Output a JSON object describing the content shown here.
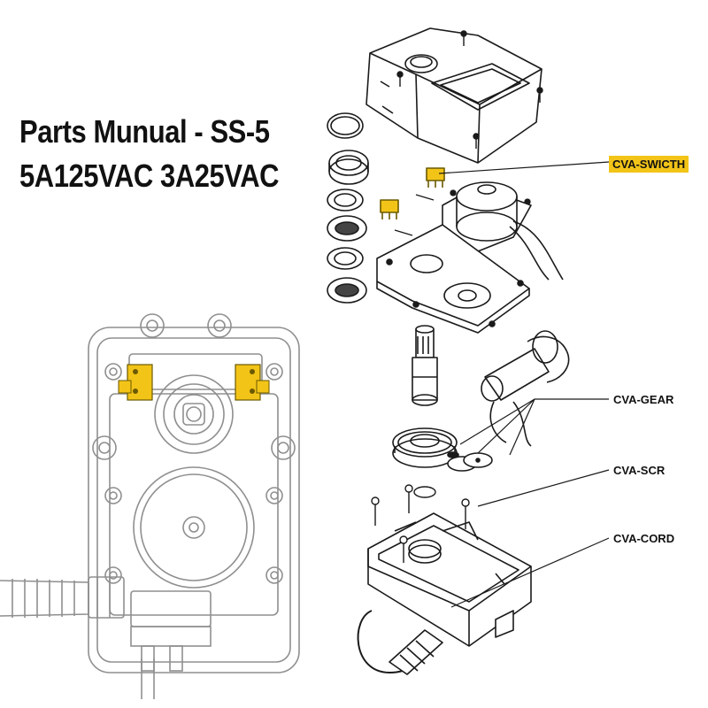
{
  "title": {
    "line1": "Parts Munual - SS-5",
    "line2": "5A125VAC 3A25VAC"
  },
  "callouts": {
    "switch": "CVA-SWICTH",
    "gear": "CVA-GEAR",
    "screw": "CVA-SCR",
    "cord": "CVA-CORD"
  },
  "colors": {
    "highlight": "#f3c418",
    "line": "#1a1a1a",
    "faded_line": "#9a9a9a"
  }
}
